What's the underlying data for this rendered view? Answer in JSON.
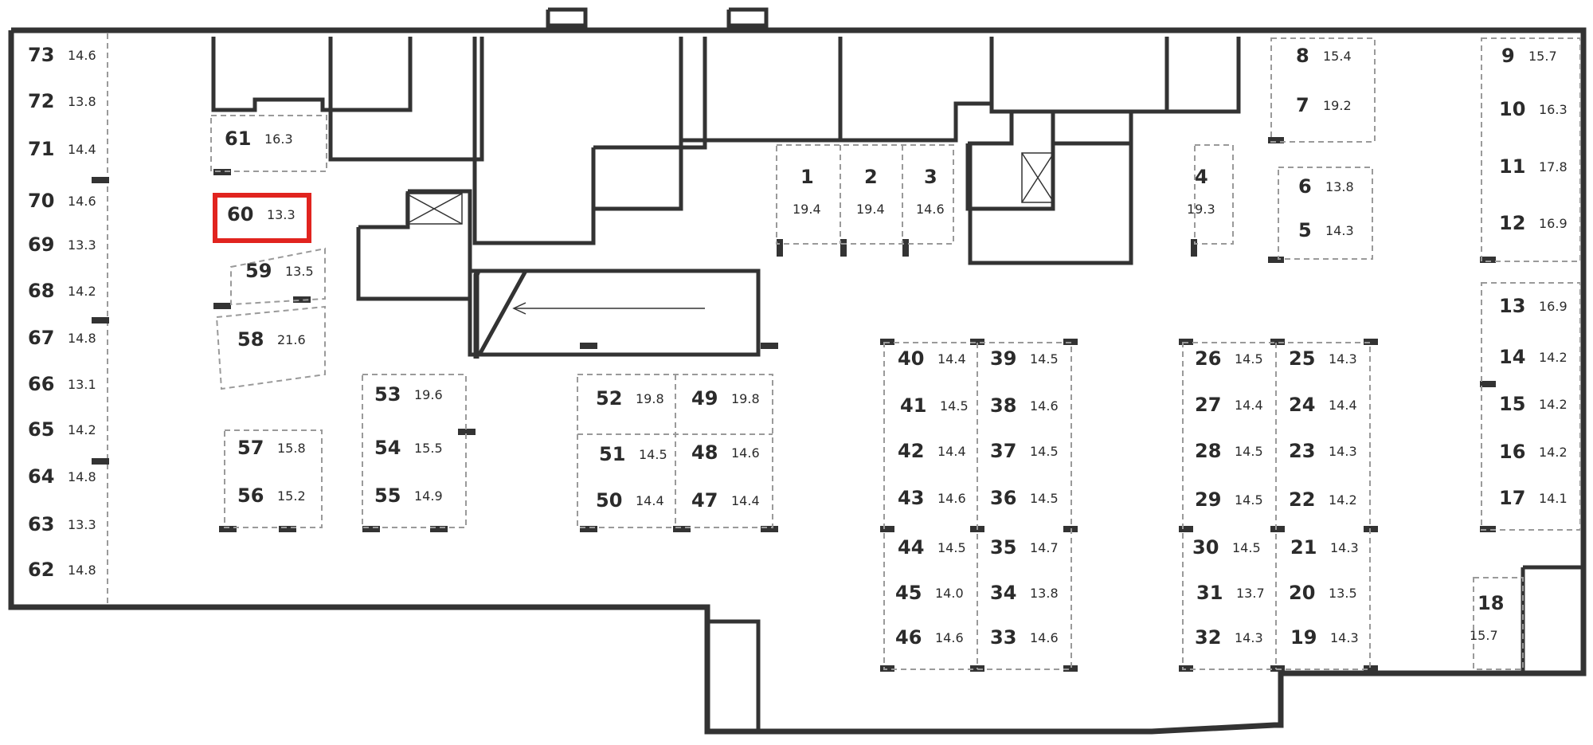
{
  "plan": {
    "highlight_color": "#e1241f",
    "wall_color": "#333333",
    "highlighted_spot": "60"
  },
  "spots": [
    {
      "id": "73",
      "area": "14.6"
    },
    {
      "id": "72",
      "area": "13.8"
    },
    {
      "id": "71",
      "area": "14.4"
    },
    {
      "id": "70",
      "area": "14.6"
    },
    {
      "id": "69",
      "area": "13.3"
    },
    {
      "id": "68",
      "area": "14.2"
    },
    {
      "id": "67",
      "area": "14.8"
    },
    {
      "id": "66",
      "area": "13.1"
    },
    {
      "id": "65",
      "area": "14.2"
    },
    {
      "id": "64",
      "area": "14.8"
    },
    {
      "id": "63",
      "area": "13.3"
    },
    {
      "id": "62",
      "area": "14.8"
    },
    {
      "id": "61",
      "area": "16.3"
    },
    {
      "id": "60",
      "area": "13.3"
    },
    {
      "id": "59",
      "area": "13.5"
    },
    {
      "id": "58",
      "area": "21.6"
    },
    {
      "id": "57",
      "area": "15.8"
    },
    {
      "id": "56",
      "area": "15.2"
    },
    {
      "id": "53",
      "area": "19.6"
    },
    {
      "id": "54",
      "area": "15.5"
    },
    {
      "id": "55",
      "area": "14.9"
    },
    {
      "id": "52",
      "area": "19.8"
    },
    {
      "id": "49",
      "area": "19.8"
    },
    {
      "id": "51",
      "area": "14.5"
    },
    {
      "id": "48",
      "area": "14.6"
    },
    {
      "id": "50",
      "area": "14.4"
    },
    {
      "id": "47",
      "area": "14.4"
    },
    {
      "id": "1",
      "area": "19.4"
    },
    {
      "id": "2",
      "area": "19.4"
    },
    {
      "id": "3",
      "area": "14.6"
    },
    {
      "id": "4",
      "area": "19.3"
    },
    {
      "id": "8",
      "area": "15.4"
    },
    {
      "id": "7",
      "area": "19.2"
    },
    {
      "id": "6",
      "area": "13.8"
    },
    {
      "id": "5",
      "area": "14.3"
    },
    {
      "id": "9",
      "area": "15.7"
    },
    {
      "id": "10",
      "area": "16.3"
    },
    {
      "id": "11",
      "area": "17.8"
    },
    {
      "id": "12",
      "area": "16.9"
    },
    {
      "id": "13",
      "area": "16.9"
    },
    {
      "id": "14",
      "area": "14.2"
    },
    {
      "id": "15",
      "area": "14.2"
    },
    {
      "id": "16",
      "area": "14.2"
    },
    {
      "id": "17",
      "area": "14.1"
    },
    {
      "id": "18",
      "area": "15.7"
    },
    {
      "id": "40",
      "area": "14.4"
    },
    {
      "id": "39",
      "area": "14.5"
    },
    {
      "id": "41",
      "area": "14.5"
    },
    {
      "id": "38",
      "area": "14.6"
    },
    {
      "id": "42",
      "area": "14.4"
    },
    {
      "id": "37",
      "area": "14.5"
    },
    {
      "id": "43",
      "area": "14.6"
    },
    {
      "id": "36",
      "area": "14.5"
    },
    {
      "id": "44",
      "area": "14.5"
    },
    {
      "id": "35",
      "area": "14.7"
    },
    {
      "id": "45",
      "area": "14.0"
    },
    {
      "id": "34",
      "area": "13.8"
    },
    {
      "id": "46",
      "area": "14.6"
    },
    {
      "id": "33",
      "area": "14.6"
    },
    {
      "id": "26",
      "area": "14.5"
    },
    {
      "id": "25",
      "area": "14.3"
    },
    {
      "id": "27",
      "area": "14.4"
    },
    {
      "id": "24",
      "area": "14.4"
    },
    {
      "id": "28",
      "area": "14.5"
    },
    {
      "id": "23",
      "area": "14.3"
    },
    {
      "id": "29",
      "area": "14.5"
    },
    {
      "id": "22",
      "area": "14.2"
    },
    {
      "id": "30",
      "area": "14.5"
    },
    {
      "id": "21",
      "area": "14.3"
    },
    {
      "id": "31",
      "area": "13.7"
    },
    {
      "id": "20",
      "area": "13.5"
    },
    {
      "id": "32",
      "area": "14.3"
    },
    {
      "id": "19",
      "area": "14.3"
    }
  ]
}
